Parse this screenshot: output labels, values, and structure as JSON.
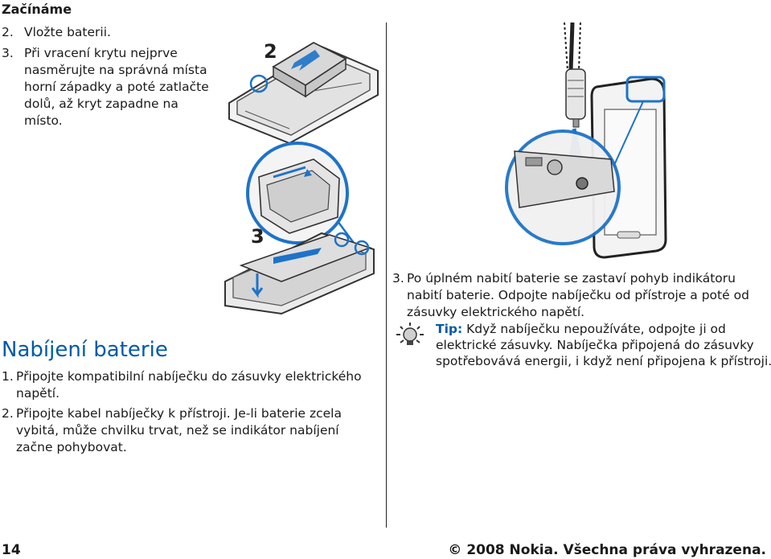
{
  "header": {
    "section_title": "Začínáme"
  },
  "left_top_steps": [
    {
      "num": "2.",
      "text": "Vložte baterii."
    },
    {
      "num": "3.",
      "text": "Při vracení krytu nejprve nasměrujte na správná místa horní západky a poté zatlačte dolů, až kryt zapadne na místo."
    }
  ],
  "figures": {
    "step2_label": "2",
    "step3_label": "3"
  },
  "charging": {
    "heading": "Nabíjení baterie",
    "steps": [
      {
        "num": "1.",
        "text": "Připojte kompatibilní nabíječku do zásuvky elektrického napětí."
      },
      {
        "num": "2.",
        "text": "Připojte kabel nabíječky k přístroji. Je-li baterie zcela vybitá, může chvilku trvat, než se indikátor nabíjení začne pohybovat."
      },
      {
        "num": "3.",
        "text": "Po úplném nabití baterie se zastaví pohyb indikátoru nabití baterie. Odpojte nabíječku od přístroje a poté od zásuvky elektrického napětí."
      }
    ]
  },
  "tip": {
    "label": "Tip:",
    "text": " Když nabíječku nepoužíváte, odpojte ji od elektrické zásuvky. Nabíječka připojená do zásuvky spotřebovává energii, i když není připojena k přístroji.",
    "icon": "lightbulb-icon"
  },
  "footer": {
    "page_number": "14",
    "copyright": "© 2008 Nokia. Všechna práva vyhrazena."
  },
  "colors": {
    "accent": "#005aa8",
    "diagram_blue": "#1e73c8",
    "text": "#1a1a1a"
  }
}
